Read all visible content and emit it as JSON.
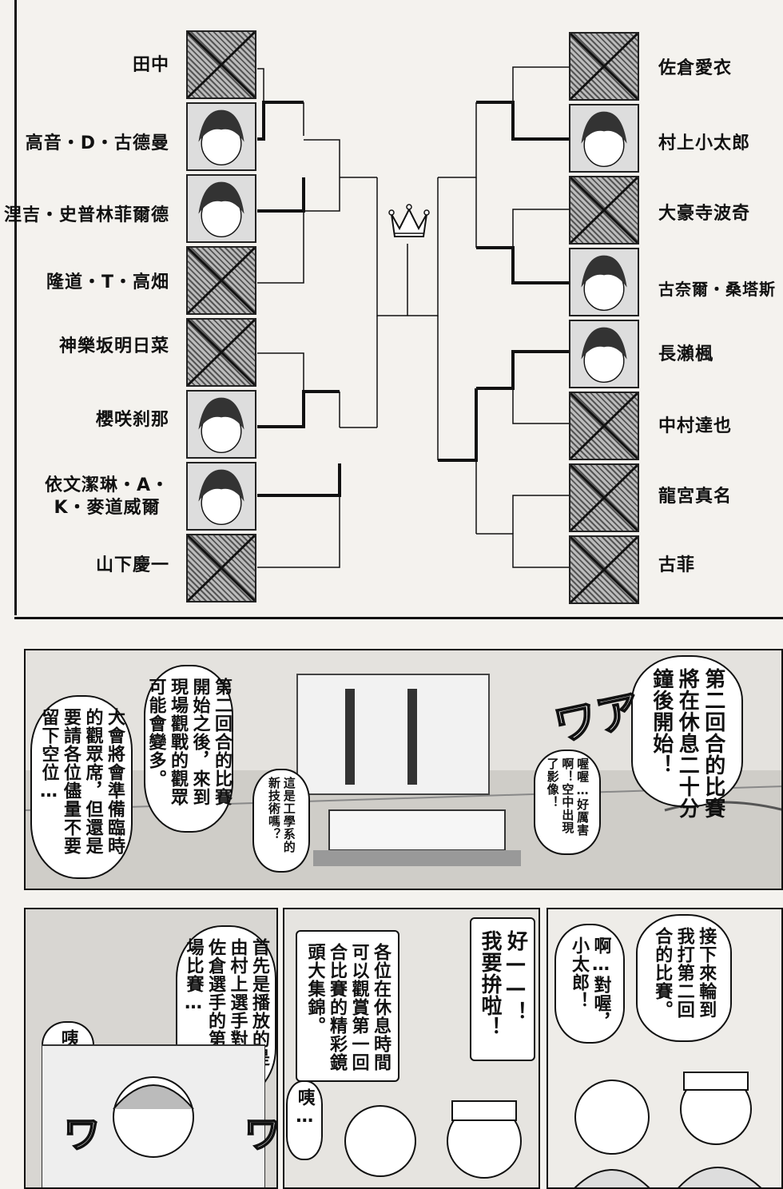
{
  "bracket": {
    "left_names": [
      "田中",
      "高音・D・古德曼",
      "涅吉・史普林菲爾德",
      "隆道・T・高畑",
      "神樂坂明日菜",
      "櫻咲刹那",
      "依文潔琳・A・\nK・麥道威爾",
      "山下慶一"
    ],
    "right_names": [
      "佐倉愛衣",
      "村上小太郎",
      "大豪寺波奇",
      "古奈爾・桑塔斯",
      "長瀨楓",
      "中村達也",
      "龍宮真名",
      "古菲"
    ],
    "left_eliminated": [
      true,
      false,
      false,
      true,
      true,
      false,
      false,
      true
    ],
    "right_eliminated": [
      true,
      false,
      true,
      false,
      false,
      true,
      true,
      true
    ]
  },
  "panel2": {
    "bubble_announcer": "第二回合的比賽\n將在休息二十分\n鐘後開始！",
    "bubble_crowd_left": "第二回合的比賽\n開始之後，來到\n現場觀戰的觀眾\n可能會變多。",
    "bubble_notice": "大會將會準備臨時\n的觀眾席，但還是\n要請各位儘量不要\n留下空位…",
    "bubble_small_1": "喔喔…好厲害\n啊！空中出現\n了影像！",
    "bubble_small_2": "這是工學系的\n新技術嗎？",
    "sfx_wa": "ワア"
  },
  "panel3": {
    "bubble_kotaro_1": "接下來輪到\n我打第二回\n合的比賽。",
    "bubble_kotaro_2": "啊…對喔，\n小太郎！",
    "bubble_shout": "好——！\n我要拚啦！",
    "bubble_highlight": "各位在休息時間\n可以觀賞第一回\n合比賽的精彩鏡\n頭大集錦。",
    "bubble_eh": "咦…",
    "bubble_first": "首先是播放的是\n由村上選手對上\n佐倉選手的第一\n場比賽…",
    "bubble_eh2": "咦？",
    "sfx_wa_left": "ワ",
    "sfx_wa_right": "ワ"
  }
}
